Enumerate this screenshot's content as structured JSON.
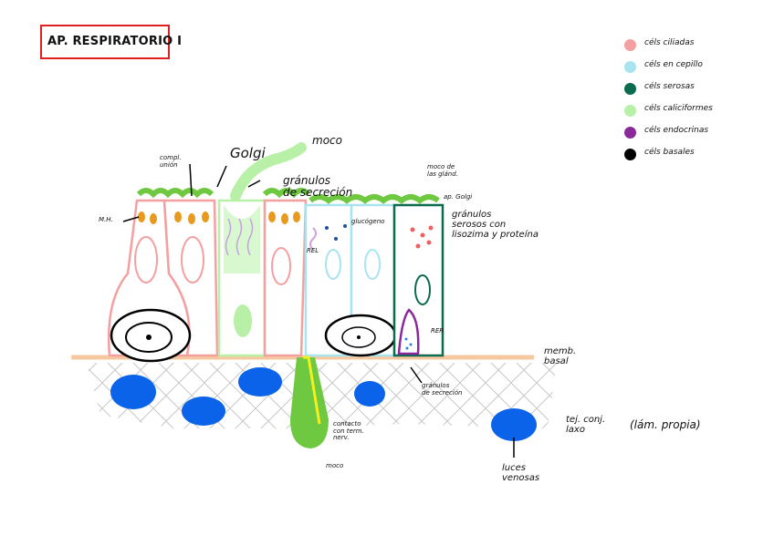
{
  "title": "AP. RESPIRATORIO I",
  "legend": [
    {
      "label": "céls ciliadas",
      "color": "#f4a0a0"
    },
    {
      "label": "céls en cepillo",
      "color": "#a8e4f0"
    },
    {
      "label": "céls serosas",
      "color": "#0a6b4e"
    },
    {
      "label": "céls caliciformes",
      "color": "#b8f0a8"
    },
    {
      "label": "céls endocrinas",
      "color": "#8a2a9a"
    },
    {
      "label": "céls basales",
      "color": "#000000"
    }
  ],
  "labels": {
    "mit": "M.H.",
    "complejo_unión": "compl.\nunión",
    "golgi": "Golgi",
    "moco_top": "moco",
    "granulos_secrecion_top": "gránulos\nde secreción",
    "moco_glandulas": "moco de\nlas glánd.",
    "ap_golgi": "ap. Golgi",
    "granulos_serosos": "gránulos\nserosos con\nlisozima y proteína",
    "glucogeno": "glucógeno",
    "rel": "REL",
    "rer": "RER",
    "memb_basal": "memb.\nbasal",
    "granulos_secrecion_bottom": "gránulos\nde secreción",
    "tej_conj": "tej. conj.\nlaxo",
    "lam_propia": "(lám. propia)",
    "contacto": "contacto\ncon term.\nnerv.",
    "moco_bottom": "moco",
    "luces_venosas": "luces\nvenosas"
  }
}
